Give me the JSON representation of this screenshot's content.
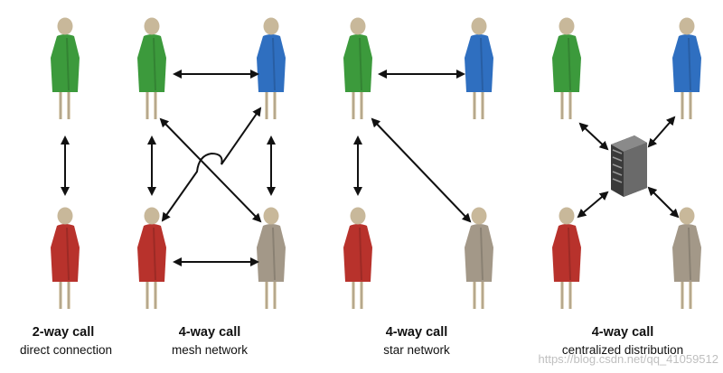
{
  "diagrams": [
    {
      "title": "2-way call",
      "subtitle": "direct connection"
    },
    {
      "title": "4-way call",
      "subtitle": "mesh network"
    },
    {
      "title": "4-way call",
      "subtitle": "star network"
    },
    {
      "title": "4-way call",
      "subtitle": "centralized distribution"
    }
  ],
  "watermark": "https://blog.csdn.net/qq_41059512",
  "colors": {
    "green": "#3c9a3c",
    "blue": "#2f6fc0",
    "red": "#b8322c",
    "taupe": "#a39888",
    "skin": "#c8b89a",
    "legs": "#d6c7a8",
    "arrow": "#111111",
    "server": "#6a6a6a"
  },
  "icons": [
    "person-icon",
    "server-icon",
    "double-arrow"
  ]
}
